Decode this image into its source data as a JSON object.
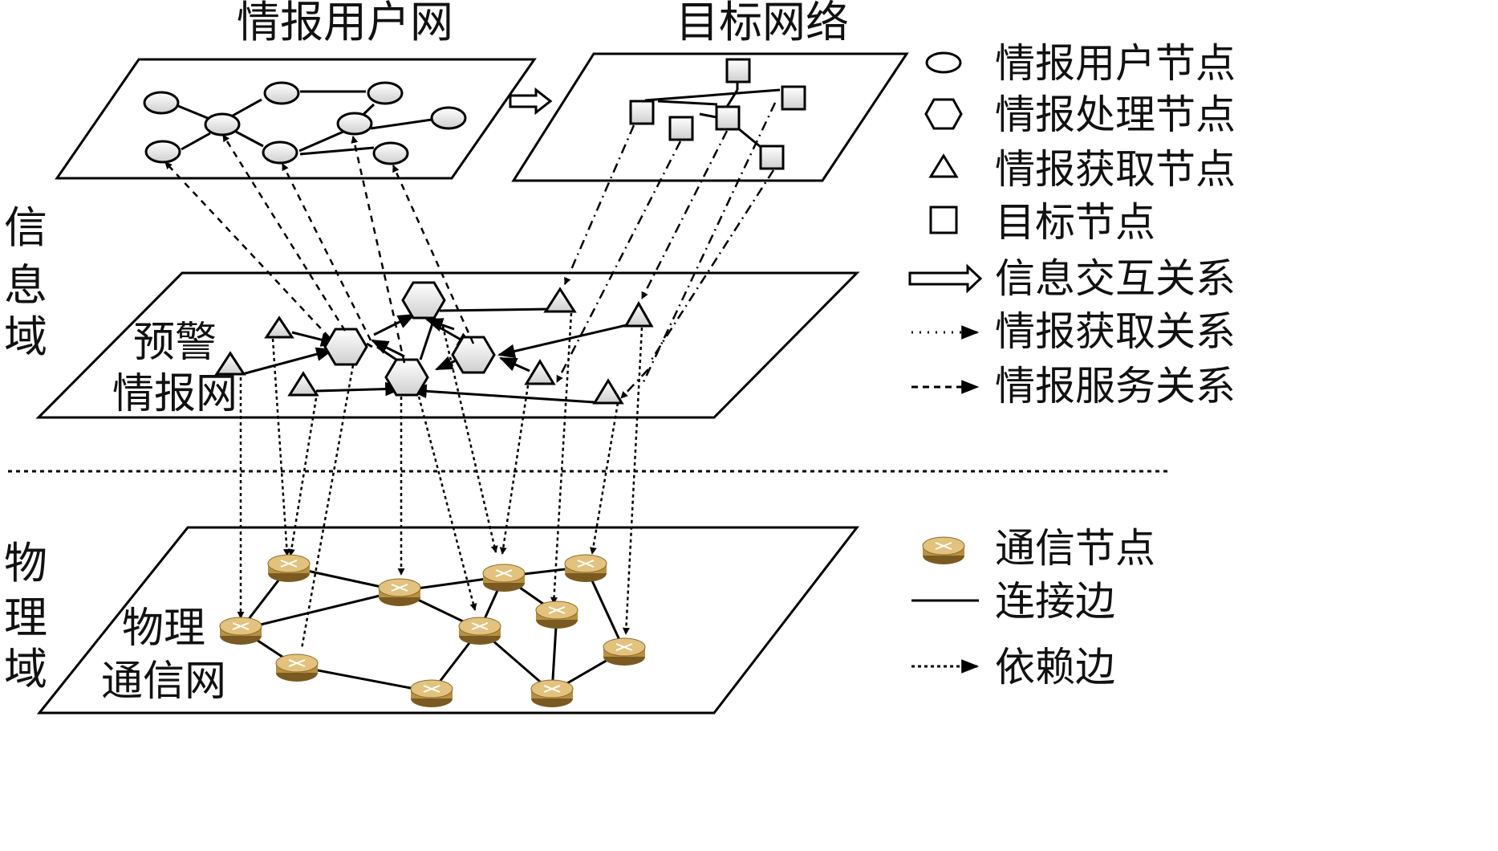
{
  "titles": {
    "user_net": "情报用户网",
    "target_net": "目标网络"
  },
  "domains": {
    "info_chars": [
      "信",
      "息",
      "域"
    ],
    "phys_chars": [
      "物",
      "理",
      "域"
    ]
  },
  "layers": {
    "warning_line1": "预警",
    "warning_line2": "情报网",
    "phys_line1": "物理",
    "phys_line2": "通信网"
  },
  "legend": {
    "user_node": "情报用户节点",
    "process_node": "情报处理节点",
    "acquire_node": "情报获取节点",
    "target_node": "目标节点",
    "info_interaction": "信息交互关系",
    "intel_acquire": "情报获取关系",
    "intel_service": "情报服务关系",
    "comm_node": "通信节点",
    "link_edge": "连接边",
    "depend_edge": "依赖边"
  },
  "colors": {
    "line": "#000000",
    "router_body": "#c9a052",
    "router_top": "#e3c27a",
    "router_dark": "#8a6a2a"
  }
}
